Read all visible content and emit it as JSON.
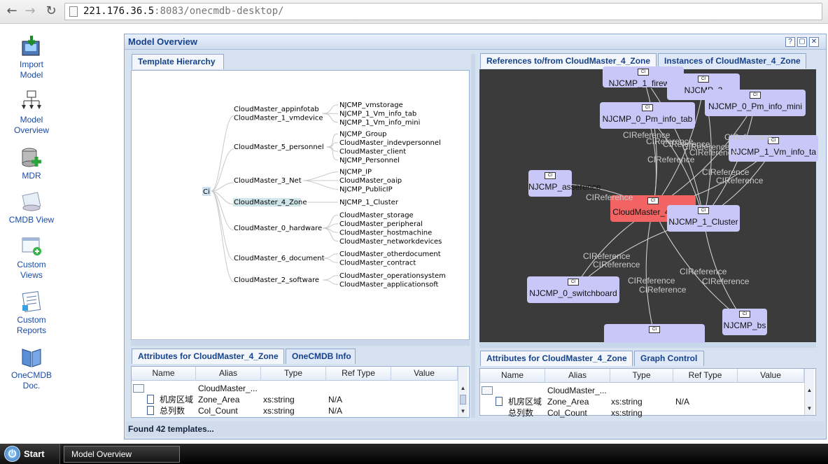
{
  "browser": {
    "url_host": "221.176.36.5",
    "url_rest": ":8083/onecmdb-desktop/"
  },
  "launcher": [
    {
      "label": "Import\nModel",
      "icon": "import-model-icon"
    },
    {
      "label": "Model\nOverview",
      "icon": "model-overview-icon"
    },
    {
      "label": "MDR",
      "icon": "mdr-icon"
    },
    {
      "label": "CMDB View",
      "icon": "cmdb-view-icon"
    },
    {
      "label": "Custom\nViews",
      "icon": "custom-views-icon"
    },
    {
      "label": "Custom\nReports",
      "icon": "custom-reports-icon"
    },
    {
      "label": "OneCMDB\nDoc.",
      "icon": "onecmdb-doc-icon"
    }
  ],
  "window": {
    "title": "Model Overview",
    "help": "?",
    "status": "Found 42 templates..."
  },
  "left_panel": {
    "tab": "Template Hierarchy",
    "tree": {
      "root": "Ci",
      "groups": [
        {
          "name": [
            "CloudMaster_appinfotab",
            "CloudMaster_1_vmdevice"
          ],
          "children": [
            "NJCMP_vmstorage",
            "NJCMP_1_Vm_info_tab",
            "NJCMP_1_Vm_info_mini"
          ]
        },
        {
          "name": [
            "CloudMaster_5_personnel"
          ],
          "children": [
            "NJCMP_Group",
            "CloudMaster_indevpersonnel",
            "CloudMaster_client",
            "NJCMP_Personnel"
          ]
        },
        {
          "name": [
            "CloudMaster_3_Net"
          ],
          "children": [
            "NJCMP_IP",
            "CloudMaster_oaip",
            "NJCMP_PublicIP"
          ]
        },
        {
          "name": [
            "CloudMaster_4_Zone"
          ],
          "children": [
            "NJCMP_1_Cluster"
          ],
          "selected": true
        },
        {
          "name": [
            "CloudMaster_0_hardware"
          ],
          "children": [
            "CloudMaster_storage",
            "CloudMaster_peripheral",
            "CloudMaster_hostmachine",
            "CloudMaster_networkdevices"
          ]
        },
        {
          "name": [
            "CloudMaster_6_document"
          ],
          "children": [
            "CloudMaster_otherdocument",
            "CloudMaster_contract"
          ]
        },
        {
          "name": [
            "CloudMaster_2_software"
          ],
          "children": [
            "CloudMaster_operationsystem",
            "CloudMaster_applicationsoft"
          ]
        }
      ]
    },
    "attr_tabs": [
      "Attributes for CloudMaster_4_Zone",
      "OneCMDB Info"
    ],
    "columns": [
      "Name",
      "Alias",
      "Type",
      "Ref Type",
      "Value"
    ],
    "rows": [
      {
        "name": "",
        "alias": "CloudMaster_...",
        "type": "",
        "ref": "",
        "value": ""
      },
      {
        "name": "机房区域",
        "alias": "Zone_Area",
        "type": "xs:string",
        "ref": "N/A",
        "value": ""
      },
      {
        "name": "总列数",
        "alias": "Col_Count",
        "type": "xs:string",
        "ref": "N/A",
        "value": ""
      }
    ]
  },
  "right_panel": {
    "tabs": [
      "References to/from CloudMaster_4_Zone",
      "Instances of CloudMaster_4_Zone"
    ],
    "nodes": [
      {
        "label": "NJCMP_1_firewall"
      },
      {
        "label": "NJCMP_2"
      },
      {
        "label": "NJCMP_0_Pm_info_mini"
      },
      {
        "label": "NJCMP_0_Pm_info_tab"
      },
      {
        "label": "NJCMP_1_Vm_info_ta"
      },
      {
        "label": "NJCMP_asserence"
      },
      {
        "label": "CloudMaster_4_Zone",
        "selected": true
      },
      {
        "label": "NJCMP_1_Cluster"
      },
      {
        "label": "NJCMP_0_switchboard"
      },
      {
        "label": "NJCMP_bs"
      },
      {
        "label": ""
      }
    ],
    "edge_label": "CIReference",
    "ci_badge": "CI",
    "attr_tabs": [
      "Attributes for CloudMaster_4_Zone",
      "Graph Control"
    ],
    "columns": [
      "Name",
      "Alias",
      "Type",
      "Ref Type",
      "Value"
    ],
    "rows": [
      {
        "name": "",
        "alias": "CloudMaster_...",
        "type": "",
        "ref": "",
        "value": ""
      },
      {
        "name": "机房区域",
        "alias": "Zone_Area",
        "type": "xs:string",
        "ref": "N/A",
        "value": ""
      },
      {
        "name": "总列数",
        "alias": "Col_Count",
        "type": "xs:string",
        "ref": "",
        "value": ""
      }
    ]
  },
  "taskbar": {
    "start": "Start",
    "item": "Model Overview"
  }
}
